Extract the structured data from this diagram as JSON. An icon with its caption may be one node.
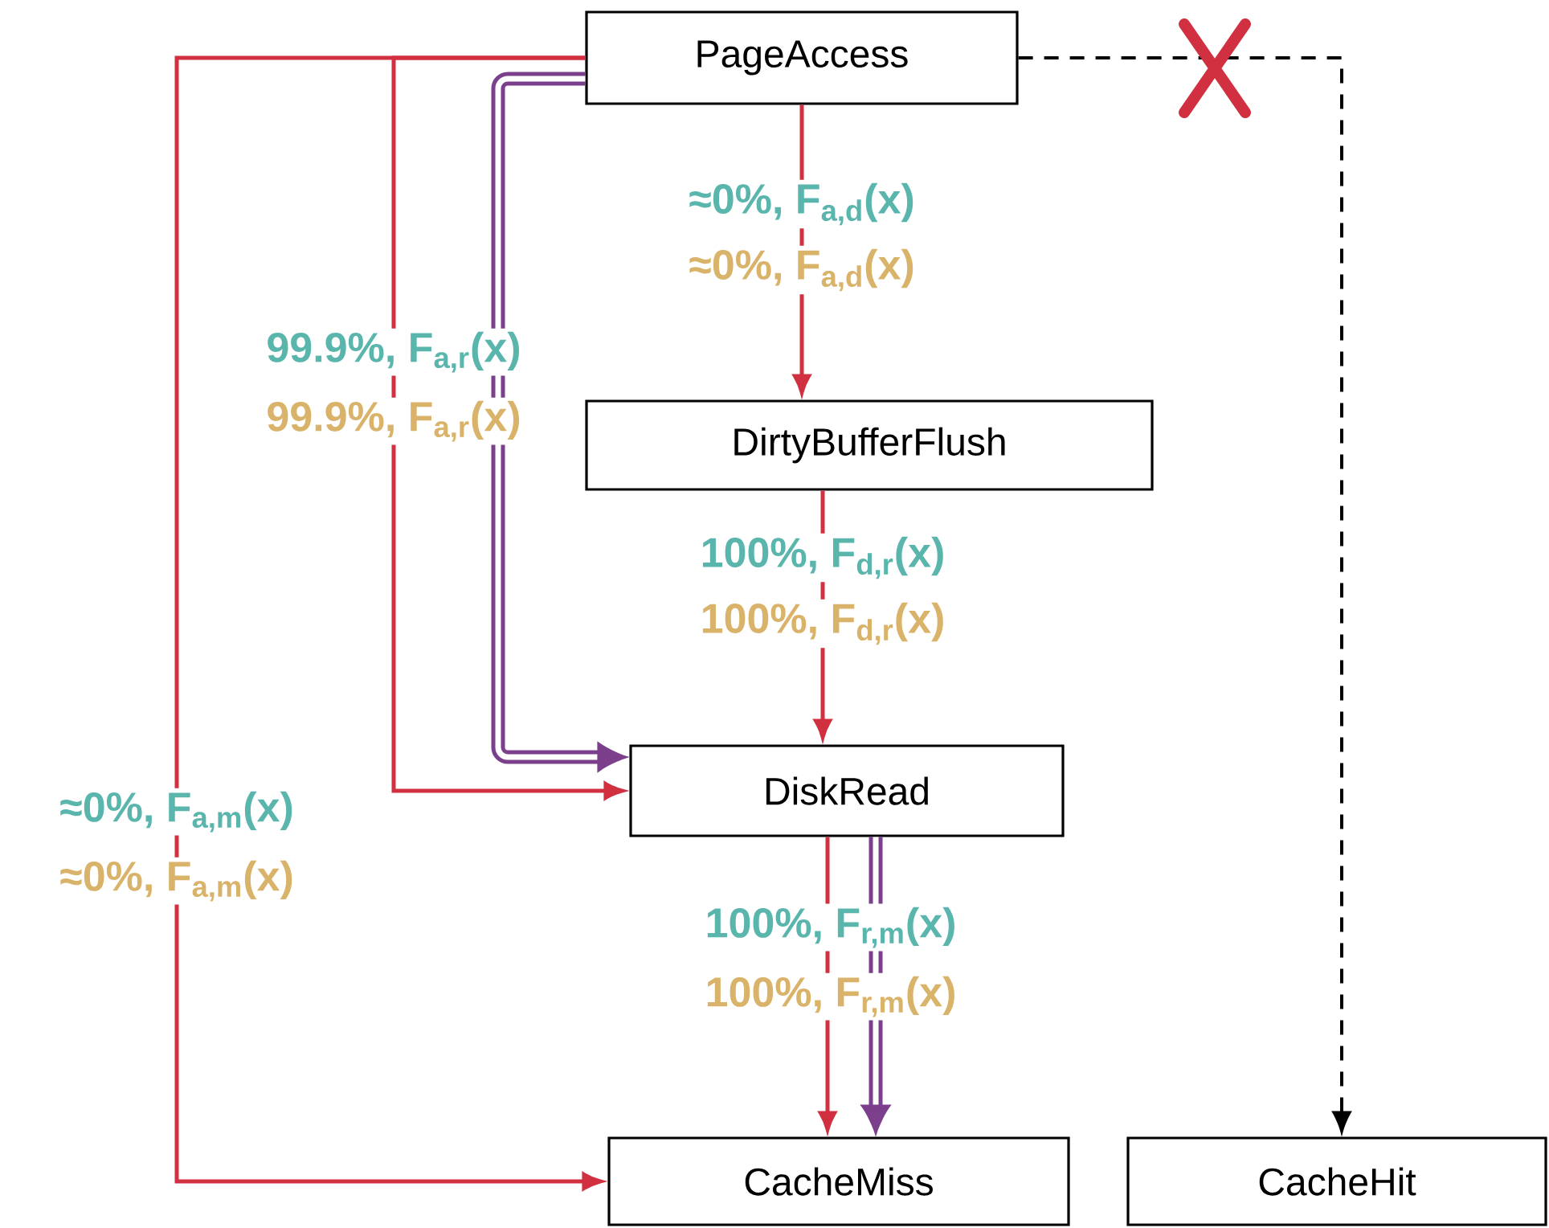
{
  "diagram": {
    "nodes": [
      {
        "text": [
          "PageAccess"
        ]
      },
      {
        "text": [
          "DirtyBufferFlush"
        ]
      },
      {
        "text": [
          "DiskRead"
        ]
      },
      {
        "text": [
          "CacheMiss"
        ]
      },
      {
        "text": [
          "CacheHit"
        ]
      }
    ],
    "edges": [
      {
        "from": 0,
        "to": 1,
        "arrow": "to",
        "label": "≈0%, F$_{a,d}$(x)"
      },
      {
        "from": 1,
        "to": 2,
        "arrow": "to",
        "label": "100%, F$_{d,r}$(x)"
      },
      {
        "from": 0,
        "to": 2,
        "arrow": "to",
        "label": "99.9%, F$_{a,r}$(x)"
      },
      {
        "from": 0,
        "to": 2,
        "arrow": "to",
        "style": "thick",
        "color": "#7b3f8c"
      },
      {
        "from": 0,
        "to": 3,
        "arrow": "to",
        "label": "≈0%, F$_{a,m}$(x)"
      },
      {
        "from": 2,
        "to": 3,
        "arrow": "to",
        "label": "100%, F$_{r,m}$(x)"
      },
      {
        "from": 2,
        "to": 3,
        "arrow": "to",
        "style": "thick",
        "color": "#7b3f8c"
      },
      {
        "from": 0,
        "to": 4,
        "arrow": "to",
        "style": "dashed",
        "color": "#000000"
      }
    ],
    "labels": [
      "≈0%, F$_{a,d}$(x)",
      "99.9%, F$_{a,r}$(x)",
      "100%, F$_{d,r}$(x)",
      "≈0%, F$_{a,m}$(x)",
      "100%, F$_{r,m}$(x)"
    ]
  }
}
